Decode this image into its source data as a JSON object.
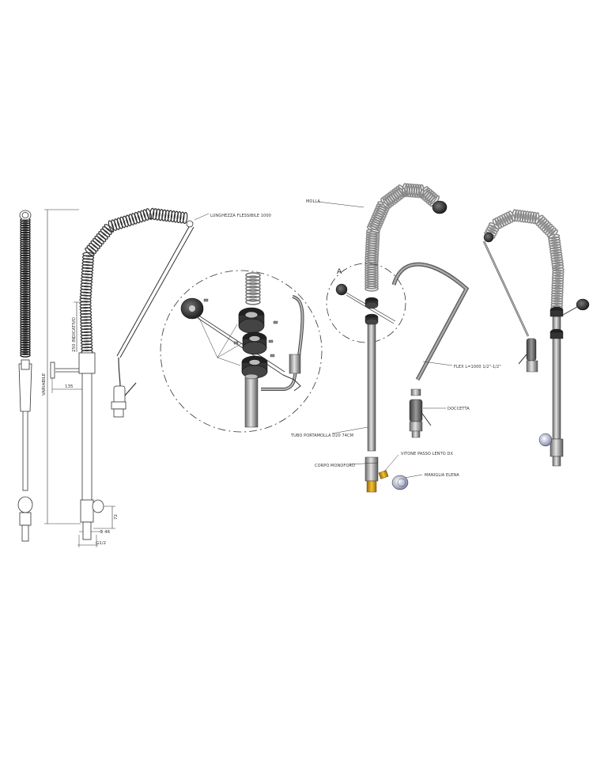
{
  "labels": {
    "lunghezza": "LUNGHEZZA FLESSIBILE 1000",
    "variabile": "VARIABILE",
    "indicativo": "250 INDICATIVO",
    "dim_135": "135",
    "dim_72": "72",
    "dim_46": "Φ 46",
    "dim_g12": "G1/2",
    "molla": "MOLLA",
    "detail_a": "A",
    "flex": "FLEX L=1000 1/2\"-1/2\"",
    "doccetta": "DOCCETTA",
    "tubo": "TUBO PORTAMOLLA D20 74CM",
    "corpo": "CORPO MONOFORO",
    "vitone": "VITONE PASSO LENTO DX",
    "maniglia": "MANIGLIA ELENA"
  },
  "colors": {
    "line": "#3a3a3a",
    "metal_dark": "#555555",
    "metal_mid": "#8a8a8a",
    "metal_light": "#c8c8c8",
    "brass": "#d8a000",
    "rubber": "#2b2b2b"
  },
  "icons": [
    "spring-coil-icon",
    "spray-head-icon",
    "valve-handle-icon",
    "wall-bracket-icon"
  ]
}
